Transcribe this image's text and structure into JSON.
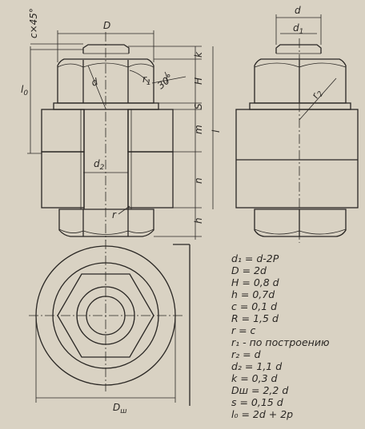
{
  "drawing": {
    "dims": {
      "D": "D",
      "d_top": "d",
      "d1_top": "d",
      "d1_sub": "1",
      "chamfer": "c×45°",
      "k": "k",
      "H": "H",
      "s": "S",
      "m": "m",
      "l": "l",
      "n": "n",
      "h": "h",
      "l0": "l",
      "l0_sub": "0",
      "d_diag": "d",
      "r1": "r",
      "r1_sub": "1",
      "angle30": "30°",
      "r2": "r",
      "r2_sub": "2",
      "d2": "d",
      "d2_sub": "2",
      "r": "r",
      "Dsh": "D",
      "Dsh_sub": "ш"
    },
    "formulas": [
      "d₁ = d-2P",
      "D = 2d",
      "H = 0,8 d",
      "h = 0,7d",
      "c = 0,1 d",
      "R = 1,5 d",
      "r = c",
      "r₁ - по построению",
      "r₂ = d",
      "d₂ = 1,1 d",
      "k = 0,3 d",
      "Dш = 2,2 d",
      "s = 0,15 d",
      "l₀ = 2d + 2p"
    ]
  }
}
